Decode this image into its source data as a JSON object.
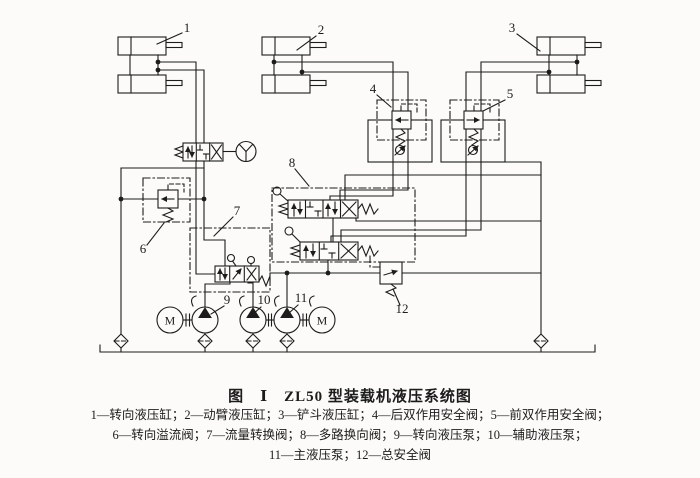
{
  "figure": {
    "caption": "图　Ⅰ　ZL50 型装载机液压系统图",
    "legend_lines": [
      "1—转向液压缸；2—动臂液压缸；3—铲斗液压缸；4—后双作用安全阀；5—前双作用安全阀；",
      "6—转向溢流阀；7—流量转换阀；8—多路换向阀；9—转向液压泵；10—辅助液压泵；",
      "11—主液压泵；12—总安全阀"
    ],
    "component_labels": [
      {
        "id": "1",
        "name": "转向液压缸"
      },
      {
        "id": "2",
        "name": "动臂液压缸"
      },
      {
        "id": "3",
        "name": "铲斗液压缸"
      },
      {
        "id": "4",
        "name": "后双作用安全阀"
      },
      {
        "id": "5",
        "name": "前双作用安全阀"
      },
      {
        "id": "6",
        "name": "转向溢流阀"
      },
      {
        "id": "7",
        "name": "流量转换阀"
      },
      {
        "id": "8",
        "name": "多路换向阀"
      },
      {
        "id": "9",
        "name": "转向液压泵"
      },
      {
        "id": "10",
        "name": "辅助液压泵"
      },
      {
        "id": "11",
        "name": "主液压泵"
      },
      {
        "id": "12",
        "name": "总安全阀"
      }
    ],
    "motor_label": "M"
  },
  "colors": {
    "ink": "#1c1c1c",
    "background": "#fcfbf9"
  }
}
